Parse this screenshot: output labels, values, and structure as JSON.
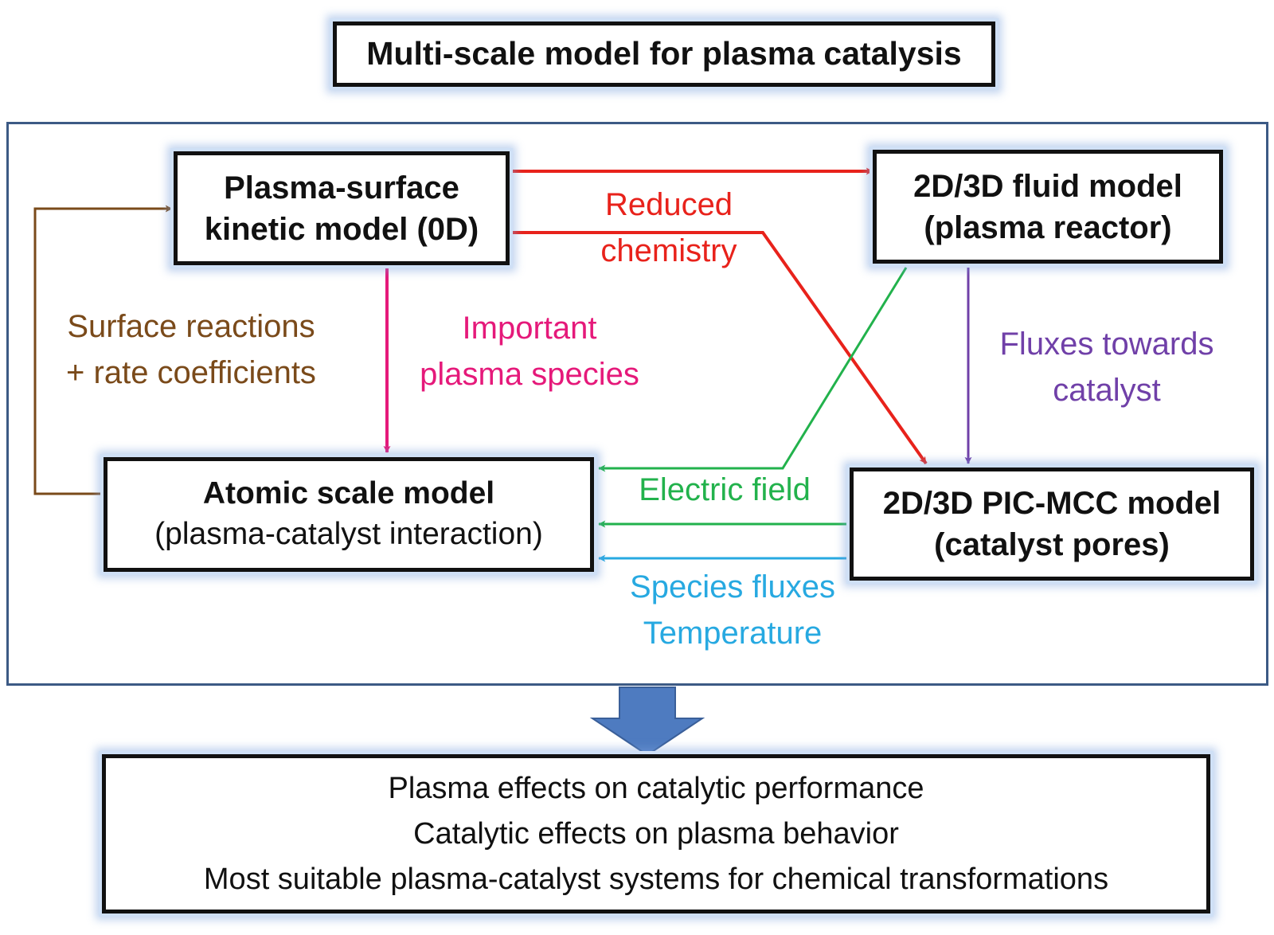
{
  "title": "Multi-scale model for plasma catalysis",
  "nodes": {
    "kinetic": {
      "line1": "Plasma-surface",
      "line2": "kinetic model (0D)"
    },
    "fluid": {
      "line1": "2D/3D fluid model",
      "line2": "(plasma reactor)"
    },
    "atomic": {
      "line1": "Atomic scale model",
      "line2": "(plasma-catalyst interaction)"
    },
    "pic": {
      "line1": "2D/3D PIC-MCC model",
      "line2": "(catalyst pores)"
    }
  },
  "labels": {
    "reduced_chemistry": [
      "Reduced",
      "chemistry"
    ],
    "surface_reactions": [
      "Surface reactions",
      "+ rate coefficients"
    ],
    "important_species": [
      "Important",
      "plasma species"
    ],
    "fluxes_towards": [
      "Fluxes towards",
      "catalyst"
    ],
    "electric_field": "Electric field",
    "species_fluxes": [
      "Species fluxes",
      "Temperature"
    ]
  },
  "outcomes": [
    "Plasma effects on catalytic performance",
    "Catalytic effects on plasma behavior",
    "Most suitable plasma-catalyst systems for chemical transformations"
  ],
  "colors": {
    "red": "#e8221b",
    "brown": "#7a4a1a",
    "magenta": "#e5197a",
    "purple": "#7040a8",
    "green": "#22b24c",
    "cyan": "#27a9e1",
    "big_arrow": "#4e7bc0",
    "frame": "#3c5a85"
  }
}
